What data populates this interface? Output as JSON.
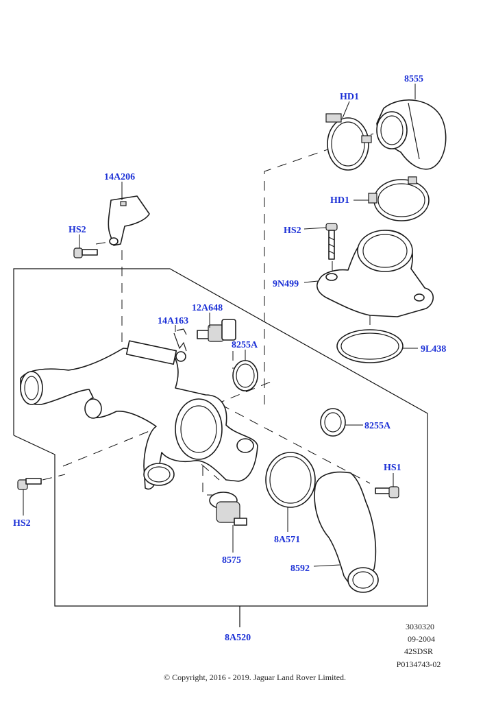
{
  "callouts": {
    "c_8555": "8555",
    "c_hd1_top": "HD1",
    "c_hd1_mid": "HD1",
    "c_14a206": "14A206",
    "c_hs2_left": "HS2",
    "c_hs2_right": "HS2",
    "c_9n499": "9N499",
    "c_12a648": "12A648",
    "c_14a163": "14A163",
    "c_8255a_top": "8255A",
    "c_9l438": "9L438",
    "c_8255a_mid": "8255A",
    "c_hs1": "HS1",
    "c_hs2_bottom": "HS2",
    "c_8a571": "8A571",
    "c_8575": "8575",
    "c_8592": "8592",
    "c_8a520": "8A520"
  },
  "meta": {
    "line1": "3030320",
    "line2": "09-2004",
    "line3": "42SDSR",
    "line4": "P0134743-02"
  },
  "copyright": "© Copyright, 2016 - 2019. Jaguar Land Rover Limited.",
  "colors": {
    "callout": "#1a2fd6",
    "linework": "#1a1a1a"
  }
}
